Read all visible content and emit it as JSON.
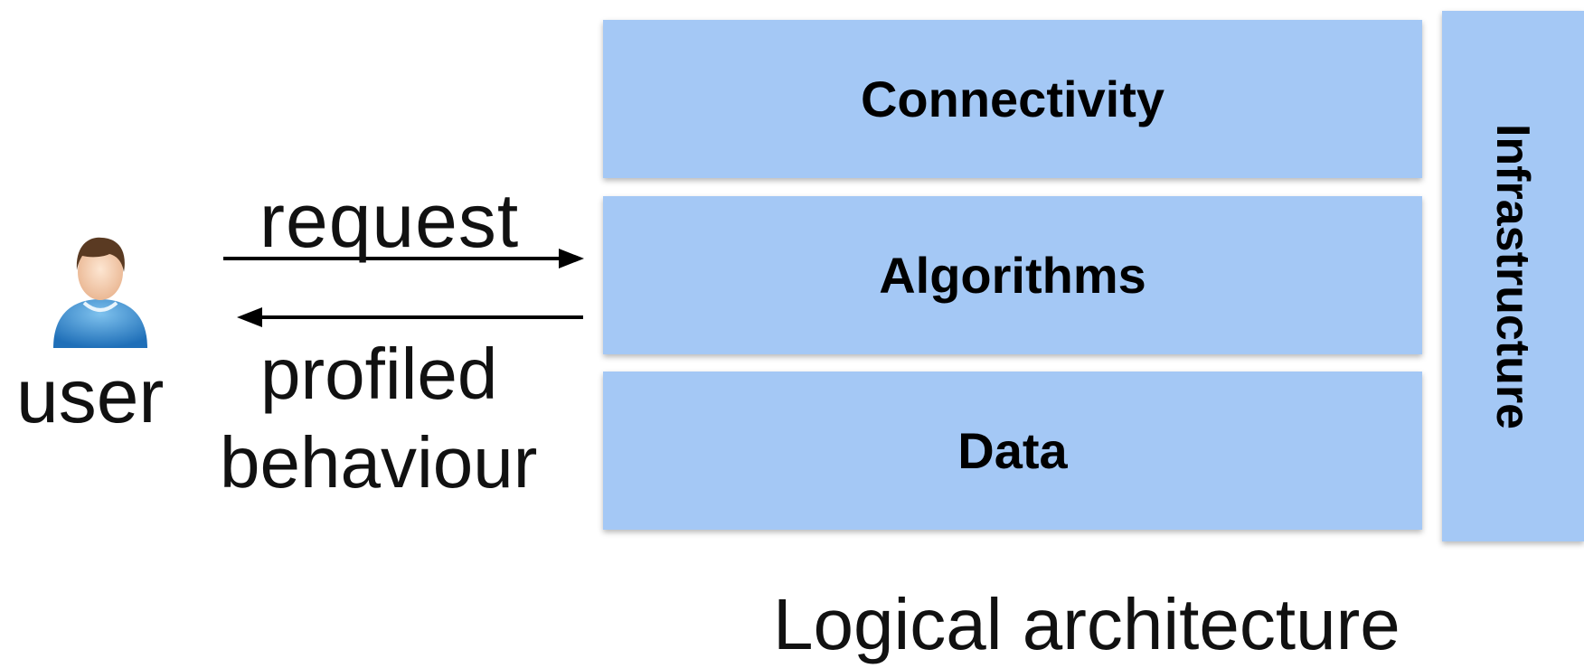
{
  "layers": {
    "connectivity": "Connectivity",
    "algorithms": "Algorithms",
    "data": "Data",
    "infrastructure": "Infrastructure"
  },
  "user": {
    "label": "user",
    "icon": "user-avatar-icon"
  },
  "flows": {
    "request_label": "request",
    "response_label_line1": "profiled",
    "response_label_line2": "behaviour"
  },
  "caption": "Logical architecture",
  "colors": {
    "layer_fill": "#a4c8f5",
    "text": "#000000"
  }
}
